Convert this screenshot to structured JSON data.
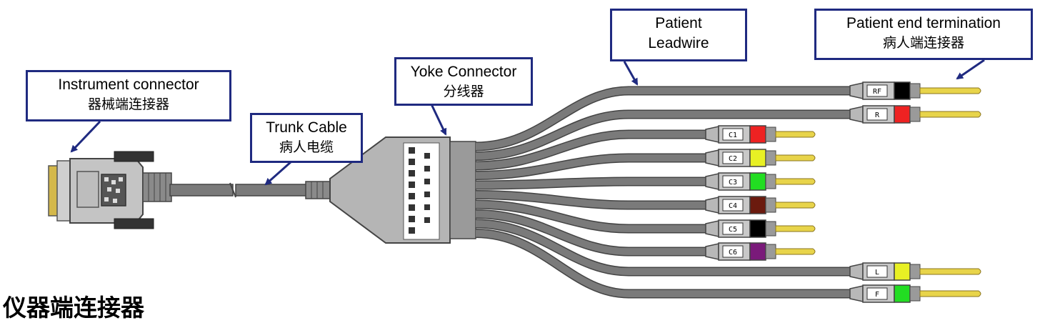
{
  "callouts": {
    "instrument": {
      "en": "Instrument connector",
      "cn": "器械端连接器"
    },
    "trunk": {
      "en": "Trunk Cable",
      "cn": "病人电缆"
    },
    "yoke": {
      "en": "Yoke Connector",
      "cn": "分线器"
    },
    "leadwire": {
      "en": "Patient",
      "en2": "Leadwire"
    },
    "termination": {
      "en": "Patient end termination",
      "cn": "病人端连接器"
    }
  },
  "footer_title": "仪器端连接器",
  "leads": [
    {
      "label": "RF",
      "color": "#000000"
    },
    {
      "label": "R",
      "color": "#ee2222"
    },
    {
      "label": "C1",
      "color": "#ee2222"
    },
    {
      "label": "C2",
      "color": "#e8f024"
    },
    {
      "label": "C3",
      "color": "#22dd22"
    },
    {
      "label": "C4",
      "color": "#6b1a0e"
    },
    {
      "label": "C5",
      "color": "#000000"
    },
    {
      "label": "C6",
      "color": "#7a1a7a"
    },
    {
      "label": "L",
      "color": "#e8f024"
    },
    {
      "label": "F",
      "color": "#22dd22"
    }
  ],
  "colors": {
    "callout_border": "#1f2a80",
    "cable": "#7a7a7a"
  }
}
